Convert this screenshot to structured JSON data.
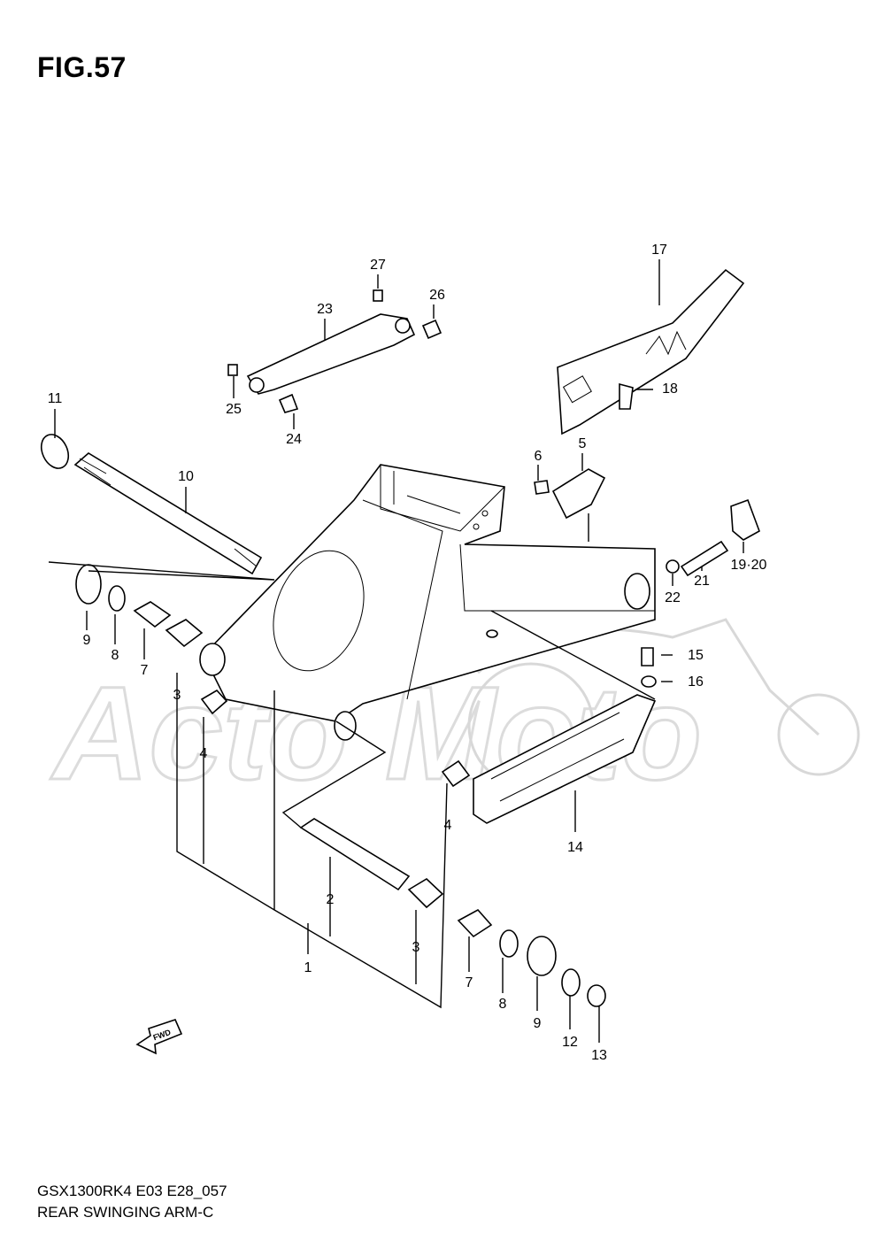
{
  "figure": {
    "title": "FIG.57"
  },
  "footer": {
    "model_code": "GSX1300RK4 E03 E28_057",
    "diagram_name": "REAR SWINGING ARM-C"
  },
  "watermark": {
    "text": "Acto Moto"
  },
  "direction_badge": {
    "label": "FWD"
  },
  "callouts": {
    "p1": "1",
    "p2": "2",
    "p3a": "3",
    "p3b": "3",
    "p4a": "4",
    "p4b": "4",
    "p5": "5",
    "p6": "6",
    "p7a": "7",
    "p7b": "7",
    "p8a": "8",
    "p8b": "8",
    "p9a": "9",
    "p9b": "9",
    "p10": "10",
    "p11": "11",
    "p12": "12",
    "p13": "13",
    "p14": "14",
    "p15": "15",
    "p16": "16",
    "p17": "17",
    "p18": "18",
    "p19_20": "19·20",
    "p21": "21",
    "p22": "22",
    "p23": "23",
    "p24": "24",
    "p25": "25",
    "p26": "26",
    "p27": "27"
  }
}
